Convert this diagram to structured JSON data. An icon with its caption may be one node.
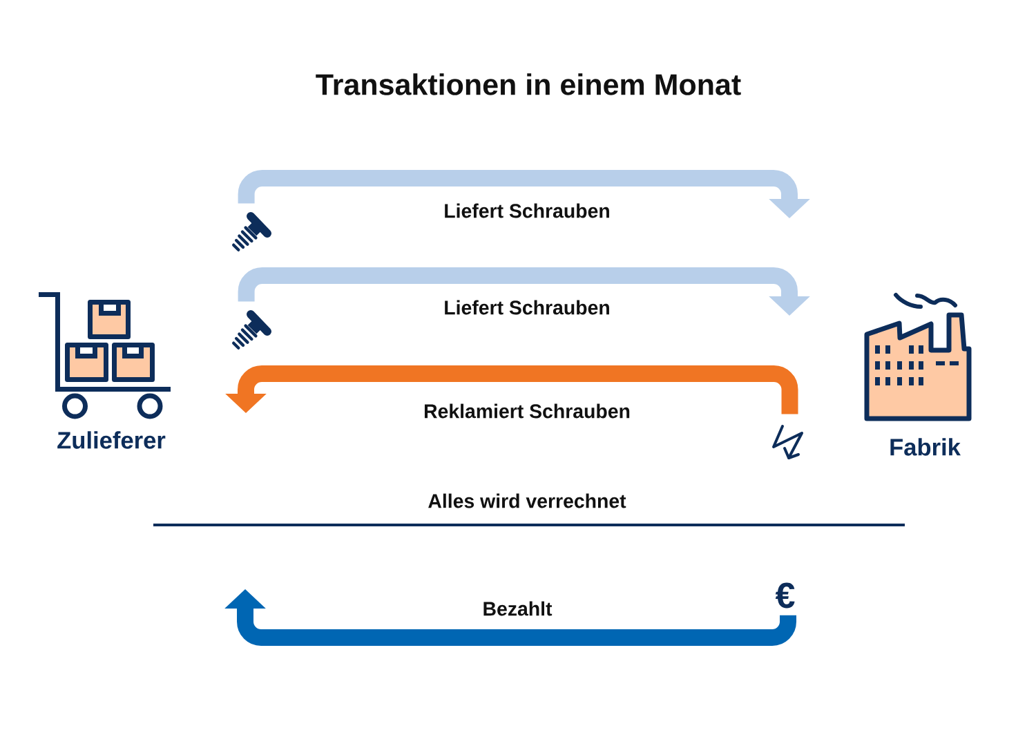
{
  "diagram": {
    "title": "Transaktionen in einem Monat",
    "nodes": [
      {
        "text": [],
        "shape": "picture"
      },
      {
        "text": [],
        "shape": "picture"
      },
      {
        "text": [],
        "shape": "picture"
      },
      {
        "text": [
          "€"
        ]
      }
    ],
    "edges": [
      {
        "from": 0,
        "to": null,
        "arrow": "to",
        "label": "Liefert Schrauben"
      },
      {
        "from": 1,
        "to": null,
        "arrow": "to",
        "label": "Liefert Schrauben"
      },
      {
        "from": 2,
        "to": null,
        "arrow": "to",
        "label": "Reklamiert Schrauben",
        "color": "#f07523"
      },
      {
        "from": 3,
        "to": null,
        "arrow": "to",
        "label": "Bezahlt",
        "color": "#0066b3"
      }
    ],
    "labels": [
      "Zulieferer",
      "Fabrik",
      "Alles wird verrechnet"
    ]
  }
}
